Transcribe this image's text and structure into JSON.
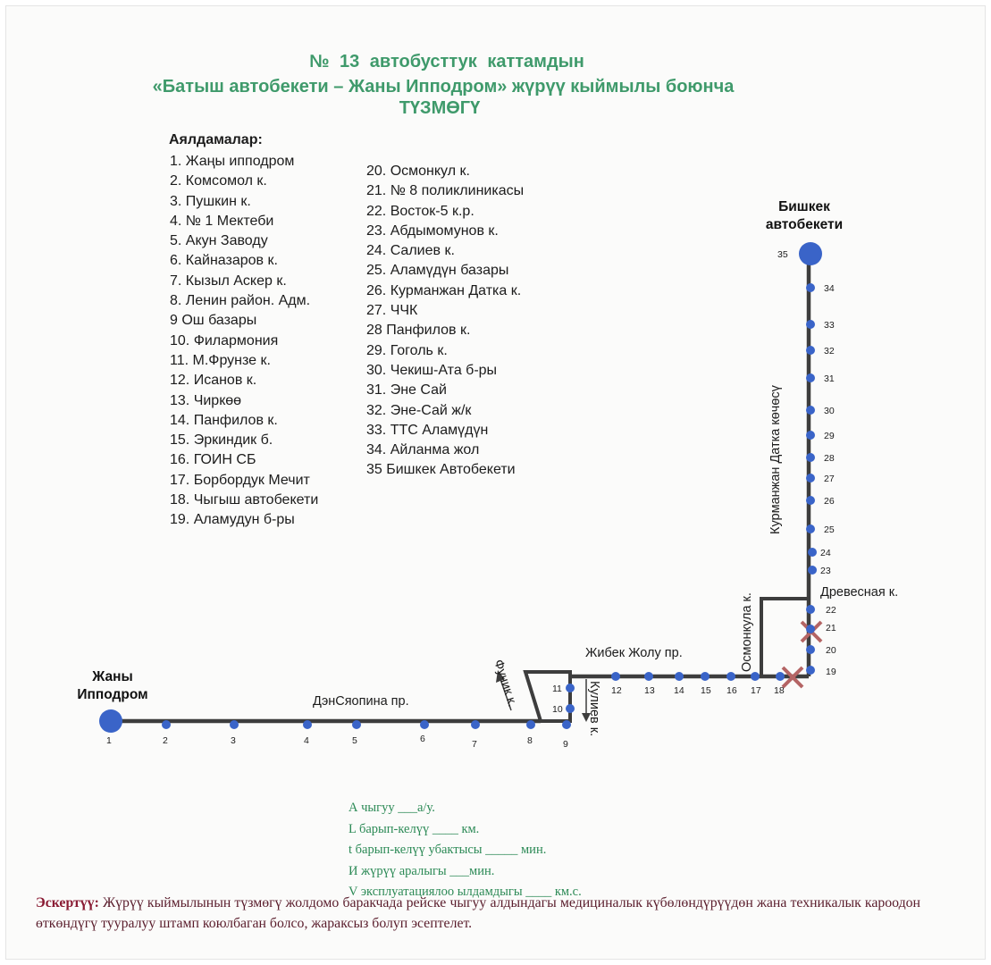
{
  "header": {
    "line1": "№ 13   автобусттук  каттамдын",
    "line2": "«Батыш автобекети – Жаны Ипподром» жүрүү кыймылы боюнча",
    "line3": "ТҮЗМӨГҮ"
  },
  "stops": {
    "heading": "Аялдамалар:",
    "column1": [
      "1. Жаңы ипподром",
      "2. Комсомол к.",
      "3. Пушкин к.",
      "4. № 1 Мектеби",
      "5. Акун Заводу",
      "6. Кайназаров к.",
      "7. Кызыл Аскер к.",
      "8. Ленин район. Адм.",
      "9  Ош базары",
      "10. Филармония",
      "11. М.Фрунзе к.",
      "12. Исанов к.",
      "13. Чиркөө",
      "14. Панфилов к.",
      "15. Эркиндик б.",
      "16. ГОИН СБ",
      "17. Борбордук Мечит",
      "18. Чыгыш автобекети",
      "19. Аламудун б-ры"
    ],
    "column2": [
      "20. Осмонкул к.",
      "21. № 8 поликлиникасы",
      "22. Восток-5 к.р.",
      "23. Абдымомунов к.",
      "24. Салиев к.",
      "25. Аламүдүн базары",
      "26. Курманжан Датка к.",
      "27. ЧЧК",
      "28 Панфилов к.",
      "29. Гоголь к.",
      "30. Чекиш-Ата б-ры",
      "31. Эне Сай",
      "32. Эне-Сай ж/к",
      "33. ТТС Аламүдүн",
      "34. Айланма жол",
      "35 Бишкек Автобекети"
    ]
  },
  "map": {
    "terminal_start": "Жаны\nИпподром",
    "terminal_end": "Бишкек\nавтобекети",
    "streets": {
      "dzenyaopina": "ДэнСяопина пр.",
      "fuchik": "Фучик к.",
      "kuliev": "Кулиев к.",
      "zhibek": "Жибек Жолу пр.",
      "osmonkula": "Осмонкула к.",
      "drevesnaya": "Древесная к.",
      "kurmanzhan": "Курманжан Датка көчөсү"
    },
    "stop_numbers": [
      "1",
      "2",
      "3",
      "4",
      "5",
      "6",
      "7",
      "8",
      "9",
      "10",
      "11",
      "12",
      "13",
      "14",
      "15",
      "16",
      "17",
      "18",
      "19",
      "20",
      "21",
      "22",
      "23",
      "24",
      "25",
      "26",
      "27",
      "28",
      "29",
      "30",
      "31",
      "32",
      "33",
      "34",
      "35"
    ],
    "colors": {
      "route": "#3d3d3d",
      "stop": "#3a64c8",
      "cross": "#b46464"
    }
  },
  "forms": [
    "А чыгуу ___а/у.",
    "L барып-келүү ____ км.",
    "t барып-келүү убактысы _____ мин.",
    "И жүрүү аралыгы ___мин.",
    "V эксплуатациялоо ылдамдыгы ____ км.с."
  ],
  "note": {
    "label": "Эскертүү:",
    "text": " Жүрүү кыймылынын түзмөгү жолдомо баракчада рейске чыгуу алдындагы медициналык күбөлөндүрүүдөн жана техникалык кароодон өткөндүгү тууралуу штамп коюлбаган болсо, жараксыз болуп эсептелет."
  }
}
